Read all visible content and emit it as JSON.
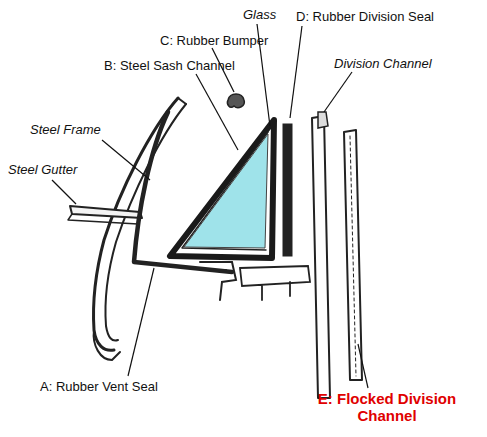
{
  "diagram": {
    "labels": [
      "Glass",
      "D: Rubber Division Seal",
      "C: Rubber Bumper",
      "B: Steel Sash Channel",
      "Division Channel",
      "Steel Frame",
      "Steel Gutter",
      "A: Rubber Vent Seal",
      "E: Flocked Division Channel"
    ]
  }
}
